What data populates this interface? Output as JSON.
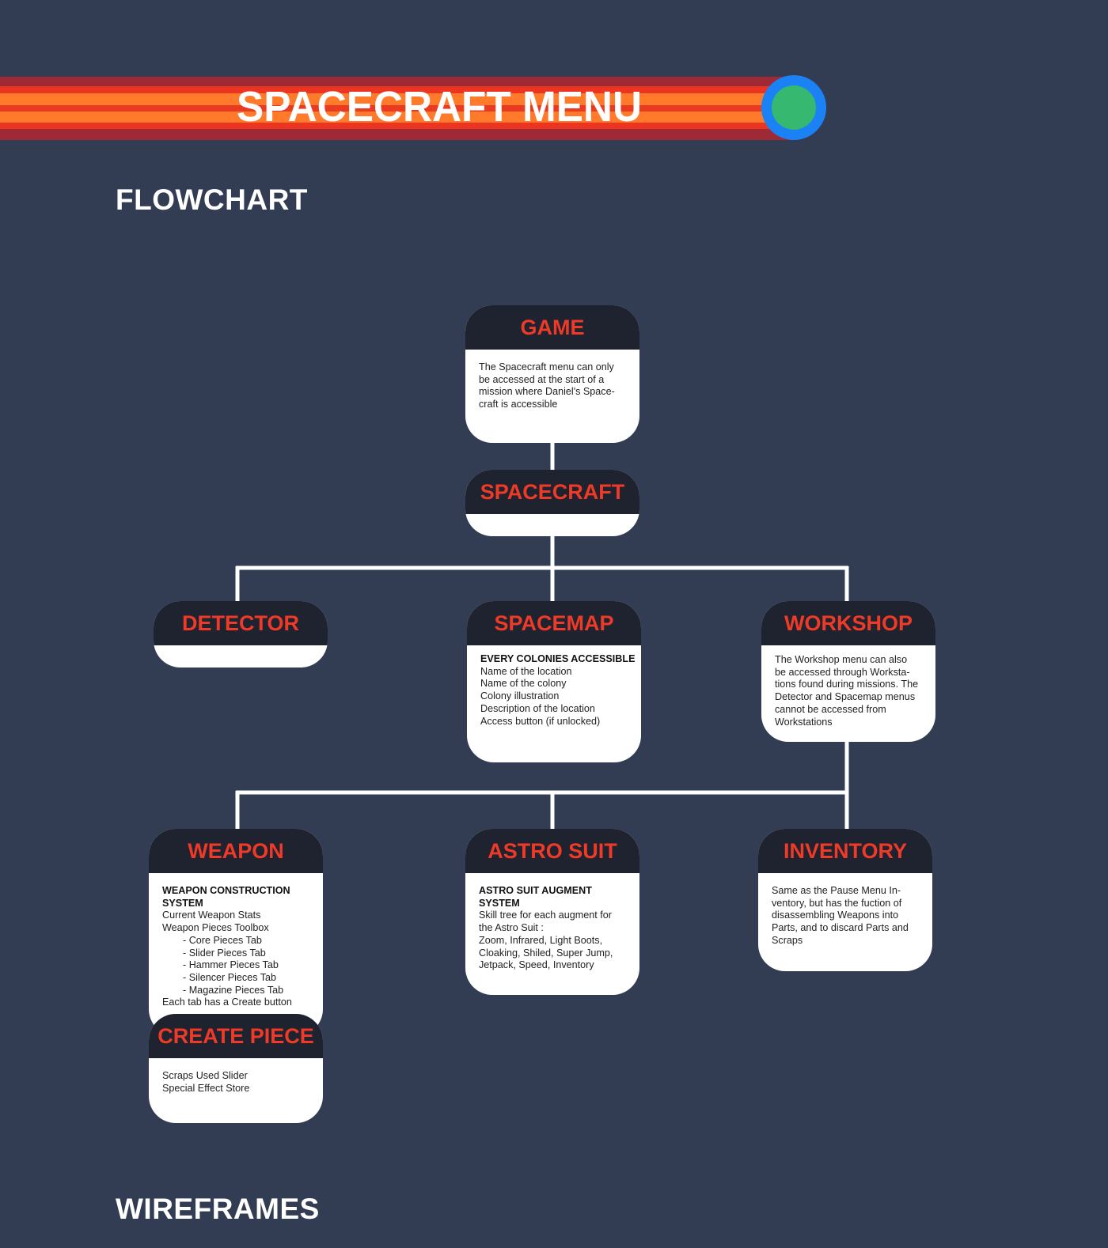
{
  "banner": {
    "title": "SPACECRAFT MENU"
  },
  "sections": {
    "flowchart": "FLOWCHART",
    "wireframes": "WIREFRAMES"
  },
  "colors": {
    "background": "#323d53",
    "node_header": "#1f232f",
    "node_title": "#ee3a27",
    "badge_ring": "#1b82f6",
    "badge_fill": "#37b870"
  },
  "nodes": {
    "game": {
      "title": "GAME",
      "lines": [
        "The Spacecraft menu can only",
        "be accessed at the start of a",
        "mission where Daniel's Space-",
        "craft is accessible"
      ]
    },
    "spacecraft": {
      "title": "SPACECRAFT"
    },
    "detector": {
      "title": "DETECTOR"
    },
    "spacemap": {
      "title": "SPACEMAP",
      "lead": "EVERY COLONIES ACCESSIBLE",
      "lines": [
        "Name of the location",
        "Name of the colony",
        "Colony illustration",
        "Description of the location",
        "Access button (if unlocked)"
      ]
    },
    "workshop": {
      "title": "WORKSHOP",
      "lines": [
        "The Workshop menu can also",
        "be accessed through Worksta-",
        "tions found during missions. The",
        "Detector and Spacemap menus",
        "cannot be accessed from",
        "Workstations"
      ]
    },
    "weapon": {
      "title": "WEAPON",
      "lead": [
        "WEAPON CONSTRUCTION",
        "SYSTEM"
      ],
      "lines": [
        "Current Weapon Stats",
        "Weapon Pieces Toolbox"
      ],
      "tabs": [
        "- Core Pieces Tab",
        "- Slider Pieces Tab",
        "- Hammer Pieces Tab",
        "- Silencer Pieces Tab",
        "- Magazine Pieces Tab"
      ],
      "footer": "Each tab has a Create button"
    },
    "astro_suit": {
      "title": "ASTRO SUIT",
      "lead": [
        "ASTRO SUIT AUGMENT",
        "SYSTEM"
      ],
      "lines": [
        "Skill tree for each augment for",
        "the Astro Suit :",
        "Zoom, Infrared, Light Boots,",
        "Cloaking, Shiled, Super Jump,",
        "Jetpack, Speed, Inventory"
      ]
    },
    "inventory": {
      "title": "INVENTORY",
      "lines": [
        "Same as the Pause Menu In-",
        "ventory, but has the fuction of",
        "disassembling Weapons into",
        "Parts, and to discard Parts and",
        "Scraps"
      ]
    },
    "create_piece": {
      "title": "CREATE PIECE",
      "lines": [
        "Scraps Used Slider",
        "Special Effect Store"
      ]
    }
  }
}
